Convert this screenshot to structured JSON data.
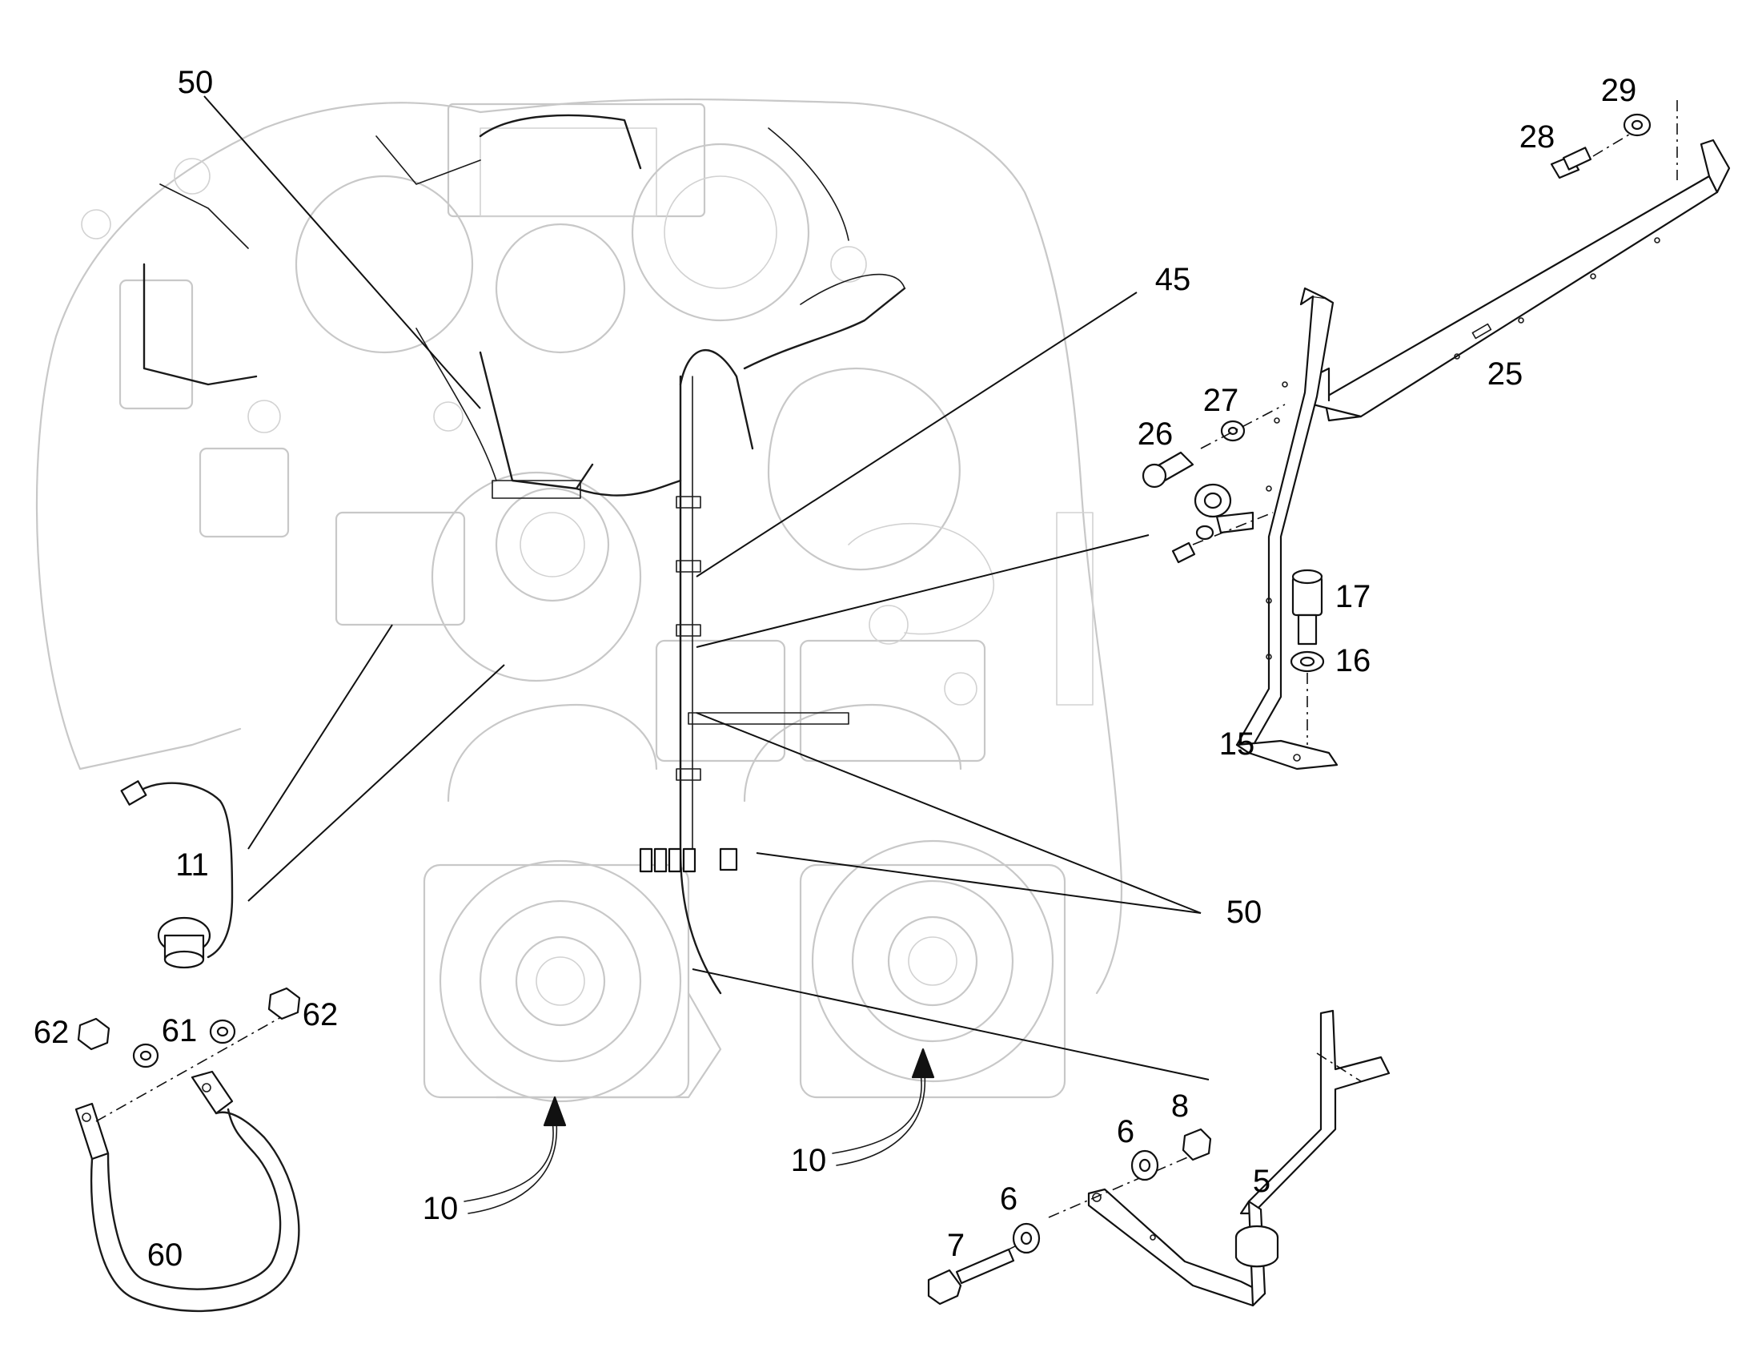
{
  "callouts": [
    {
      "id": "c50a",
      "text": "50"
    },
    {
      "id": "c45",
      "text": "45"
    },
    {
      "id": "c29",
      "text": "29"
    },
    {
      "id": "c28",
      "text": "28"
    },
    {
      "id": "c27",
      "text": "27"
    },
    {
      "id": "c26",
      "text": "26"
    },
    {
      "id": "c25",
      "text": "25"
    },
    {
      "id": "c17",
      "text": "17"
    },
    {
      "id": "c16",
      "text": "16"
    },
    {
      "id": "c15",
      "text": "15"
    },
    {
      "id": "c11",
      "text": "11"
    },
    {
      "id": "c50b",
      "text": "50"
    },
    {
      "id": "c62a",
      "text": "62"
    },
    {
      "id": "c61",
      "text": "61"
    },
    {
      "id": "c62b",
      "text": "62"
    },
    {
      "id": "c60",
      "text": "60"
    },
    {
      "id": "c10a",
      "text": "10"
    },
    {
      "id": "c10b",
      "text": "10"
    },
    {
      "id": "c8",
      "text": "8"
    },
    {
      "id": "c6a",
      "text": "6"
    },
    {
      "id": "c6b",
      "text": "6"
    },
    {
      "id": "c5",
      "text": "5"
    },
    {
      "id": "c7",
      "text": "7"
    }
  ]
}
